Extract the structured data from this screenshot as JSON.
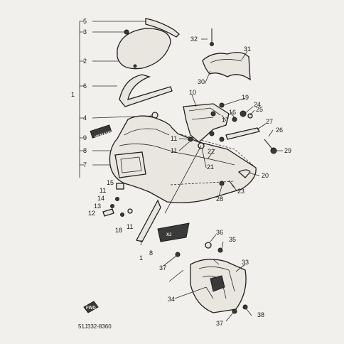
{
  "diagram": {
    "figure_code": "51J332-8360",
    "left_group_label": "1",
    "bottom_group_label": "1",
    "emblem_text": "YAMAHA",
    "front_badge_text": "FWD",
    "stripe_text": "XJ",
    "callouts": {
      "c5": "5",
      "c3": "3",
      "c2": "2",
      "c6": "6",
      "c4": "4",
      "c9": "9",
      "c8": "8",
      "c7": "7",
      "c15": "15",
      "c11a": "11",
      "c14": "14",
      "c13": "13",
      "c12": "12",
      "c18": "18",
      "c11b": "11",
      "c32": "32",
      "c31": "31",
      "c30": "30",
      "c10": "10",
      "c19": "19",
      "c24": "24",
      "c25": "25",
      "c16": "16",
      "c17": "17",
      "c27": "27",
      "c26": "26",
      "c29": "29",
      "c11c": "11",
      "c11d": "11",
      "c22": "22",
      "c21": "21",
      "c20": "20",
      "c23": "23",
      "c28": "28",
      "c36": "36",
      "c35": "35",
      "c8b": "8",
      "c7b": "7",
      "c37a": "37",
      "c33": "33",
      "c34": "34",
      "c38": "38",
      "c37b": "37"
    }
  }
}
